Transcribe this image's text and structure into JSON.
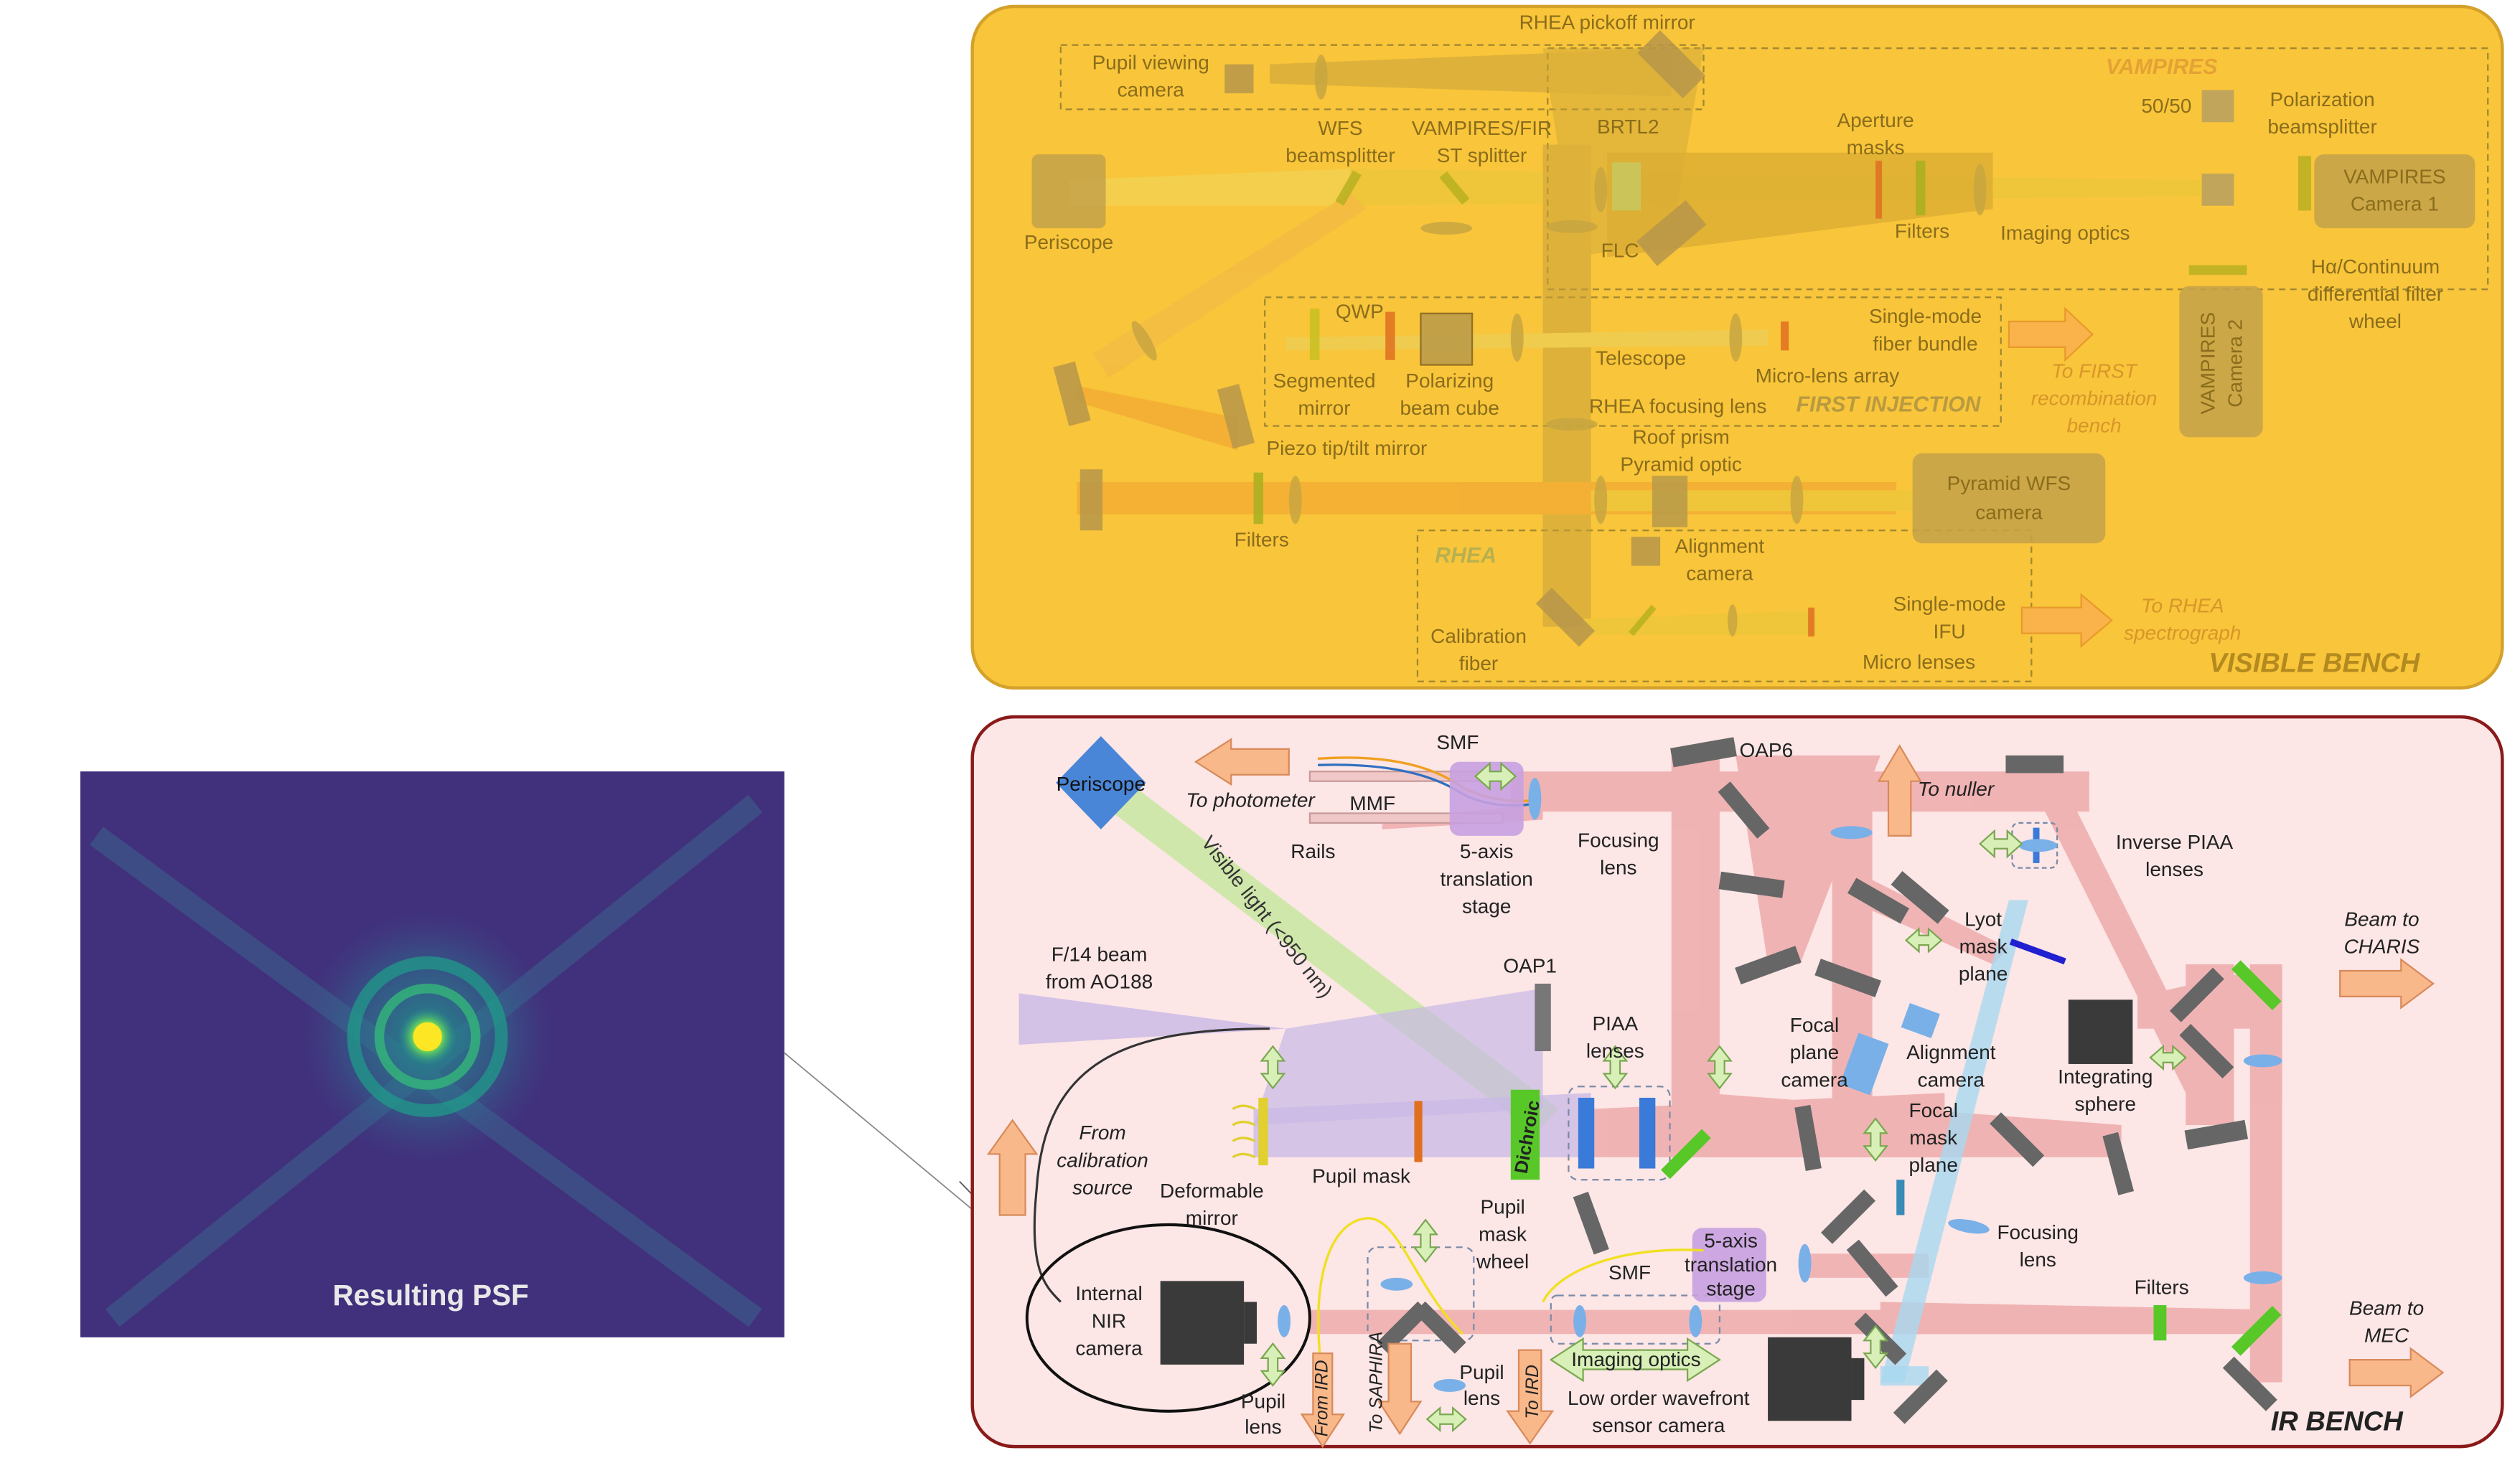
{
  "psf": {
    "caption": "Resulting PSF"
  },
  "visible_bench": {
    "title": "VISIBLE BENCH",
    "section_labels": {
      "vampires": "VAMPIRES",
      "first_injection": "FIRST INJECTION",
      "rhea": "RHEA"
    },
    "labels": {
      "rhea_pickoff": "RHEA pickoff mirror",
      "pupil_viewing_camera": [
        "Pupil viewing",
        "camera"
      ],
      "wfs_beamsplitter": [
        "WFS",
        "beamsplitter"
      ],
      "vampires_first_splitter": [
        "VAMPIRES/FIR",
        "ST splitter"
      ],
      "brtl2": "BRTL2",
      "flc": "FLC",
      "aperture_masks": [
        "Aperture",
        "masks"
      ],
      "filters_vampires": "Filters",
      "imaging_optics": "Imaging optics",
      "fifty_fifty": "50/50",
      "polarization_bs": [
        "Polarization",
        "beamsplitter"
      ],
      "vampires_cam1": [
        "VAMPIRES",
        "Camera 1"
      ],
      "vampires_cam2": [
        "VAMPIRES",
        "Camera 2"
      ],
      "halpha_wheel": [
        "Hα/Continuum",
        "differential filter",
        "wheel"
      ],
      "periscope": "Periscope",
      "qwp": "QWP",
      "segmented_mirror": [
        "Segmented",
        "mirror"
      ],
      "polarizing_cube": [
        "Polarizing",
        "beam cube"
      ],
      "telescope": "Telescope",
      "single_mode_fiber_bundle": [
        "Single-mode",
        "fiber bundle"
      ],
      "micro_lens_array": "Micro-lens array",
      "rhea_focusing_lens": "RHEA focusing lens",
      "to_first": [
        "To FIRST",
        "recombination",
        "bench"
      ],
      "piezo": "Piezo tip/tilt mirror",
      "roof_prism": "Roof prism",
      "pyramid_optic": "Pyramid optic",
      "pyramid_wfs_camera": [
        "Pyramid WFS",
        "camera"
      ],
      "filters_lower": "Filters",
      "alignment_camera": [
        "Alignment",
        "camera"
      ],
      "calibration_fiber": [
        "Calibration",
        "fiber"
      ],
      "single_mode_ifu": [
        "Single-mode",
        "IFU"
      ],
      "micro_lenses": "Micro lenses",
      "to_rhea": [
        "To RHEA",
        "spectrograph"
      ]
    }
  },
  "ir_bench": {
    "title": "IR BENCH",
    "labels": {
      "periscope": "Periscope",
      "to_photometer": "To photometer",
      "smf_top": "SMF",
      "mmf": "MMF",
      "rails": "Rails",
      "five_axis_top": [
        "5-axis",
        "translation",
        "stage"
      ],
      "focusing_lens_top": [
        "Focusing",
        "lens"
      ],
      "oap6": "OAP6",
      "to_nuller": "To nuller",
      "inverse_piaa": [
        "Inverse PIAA",
        "lenses"
      ],
      "visible_light": "Visible light (<950 nm)",
      "lyot": [
        "Lyot",
        "mask",
        "plane"
      ],
      "beam_to_charis": [
        "Beam to",
        "CHARIS"
      ],
      "f14_beam": [
        "F/14 beam",
        "from AO188"
      ],
      "oap1": "OAP1",
      "piaa_lenses": [
        "PIAA",
        "lenses"
      ],
      "focal_plane_camera": [
        "Focal",
        "plane",
        "camera"
      ],
      "alignment_camera": [
        "Alignment",
        "camera"
      ],
      "integrating_sphere": [
        "Integrating",
        "sphere"
      ],
      "from_calibration": [
        "From",
        "calibration",
        "source"
      ],
      "deformable_mirror": [
        "Deformable",
        "mirror"
      ],
      "pupil_mask": "Pupil mask",
      "dichroic": "Dichroic",
      "pupil_mask_wheel": [
        "Pupil",
        "mask",
        "wheel"
      ],
      "focal_mask_plane": [
        "Focal",
        "mask",
        "plane"
      ],
      "focusing_lens_mid": [
        "Focusing",
        "lens"
      ],
      "internal_nir": [
        "Internal",
        "NIR",
        "camera"
      ],
      "pupil_lens_left": [
        "Pupil",
        "lens"
      ],
      "from_ird": "From IRD",
      "to_saphira": "To SAPHIRA",
      "pupil_lens_right": [
        "Pupil",
        "lens"
      ],
      "to_ird": "To IRD",
      "smf_low": "SMF",
      "five_axis_low": [
        "5-axis",
        "translation",
        "stage"
      ],
      "imaging_optics": "Imaging optics",
      "lowfs_camera": [
        "Low order wavefront",
        "sensor camera"
      ],
      "filters": "Filters",
      "beam_to_mec": [
        "Beam to",
        "MEC"
      ]
    }
  }
}
